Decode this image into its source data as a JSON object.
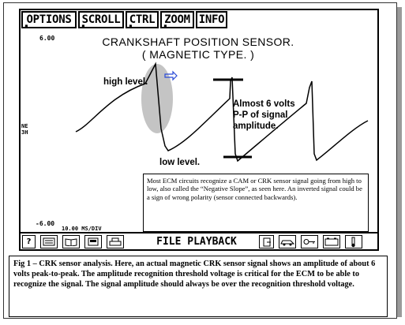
{
  "menu": {
    "items": [
      "OPTIONS",
      "SCROLL",
      "CTRL",
      "ZOOM",
      "INFO"
    ]
  },
  "scope": {
    "scale_top": "6.00",
    "scale_bottom": "-6.00",
    "channel_label_line1": "NE",
    "channel_label_line2": "3H",
    "timebase": "10.00 MS/DIV",
    "title_line1": "CRANKSHAFT POSITION SENSOR.",
    "title_line2": "( MAGNETIC TYPE. )",
    "annotation_high": "high level.",
    "annotation_low": "low level.",
    "annotation_pp_line1": "Almost 6 volts",
    "annotation_pp_line2": "P-P of signal",
    "annotation_pp_line3": "amplitude.",
    "note": "Most ECM circuits recognize a CAM or CRK sensor signal going from high to low, also called the “Negative Slope”, as seen here. An inverted signal could be a sign of wrong polarity (sensor connected backwards)."
  },
  "toolbar": {
    "center_label": "FILE PLAYBACK",
    "help_glyph": "?",
    "icons_left": [
      "help-icon",
      "vehicle-data-icon",
      "book-icon",
      "printer-setup-icon",
      "print-icon"
    ],
    "icons_right": [
      "exit-icon",
      "vehicle-icon",
      "key-icon",
      "battery-icon",
      "thermometer-icon"
    ]
  },
  "caption": {
    "text": "Fig 1 – CRK sensor analysis. Here, an actual magnetic CRK sensor signal shows an amplitude of about 6 volts peak-to-peak. The amplitude recognition threshold voltage is critical for the ECM to be able to recognize the signal. The signal amplitude should always be over the recognition threshold voltage."
  },
  "colors": {
    "screen_bg": "#ffffff",
    "ellipse_fill": "#c4c4c4",
    "arrow_blue": "#2a4bd7",
    "shadow": "#9a9a9a"
  }
}
